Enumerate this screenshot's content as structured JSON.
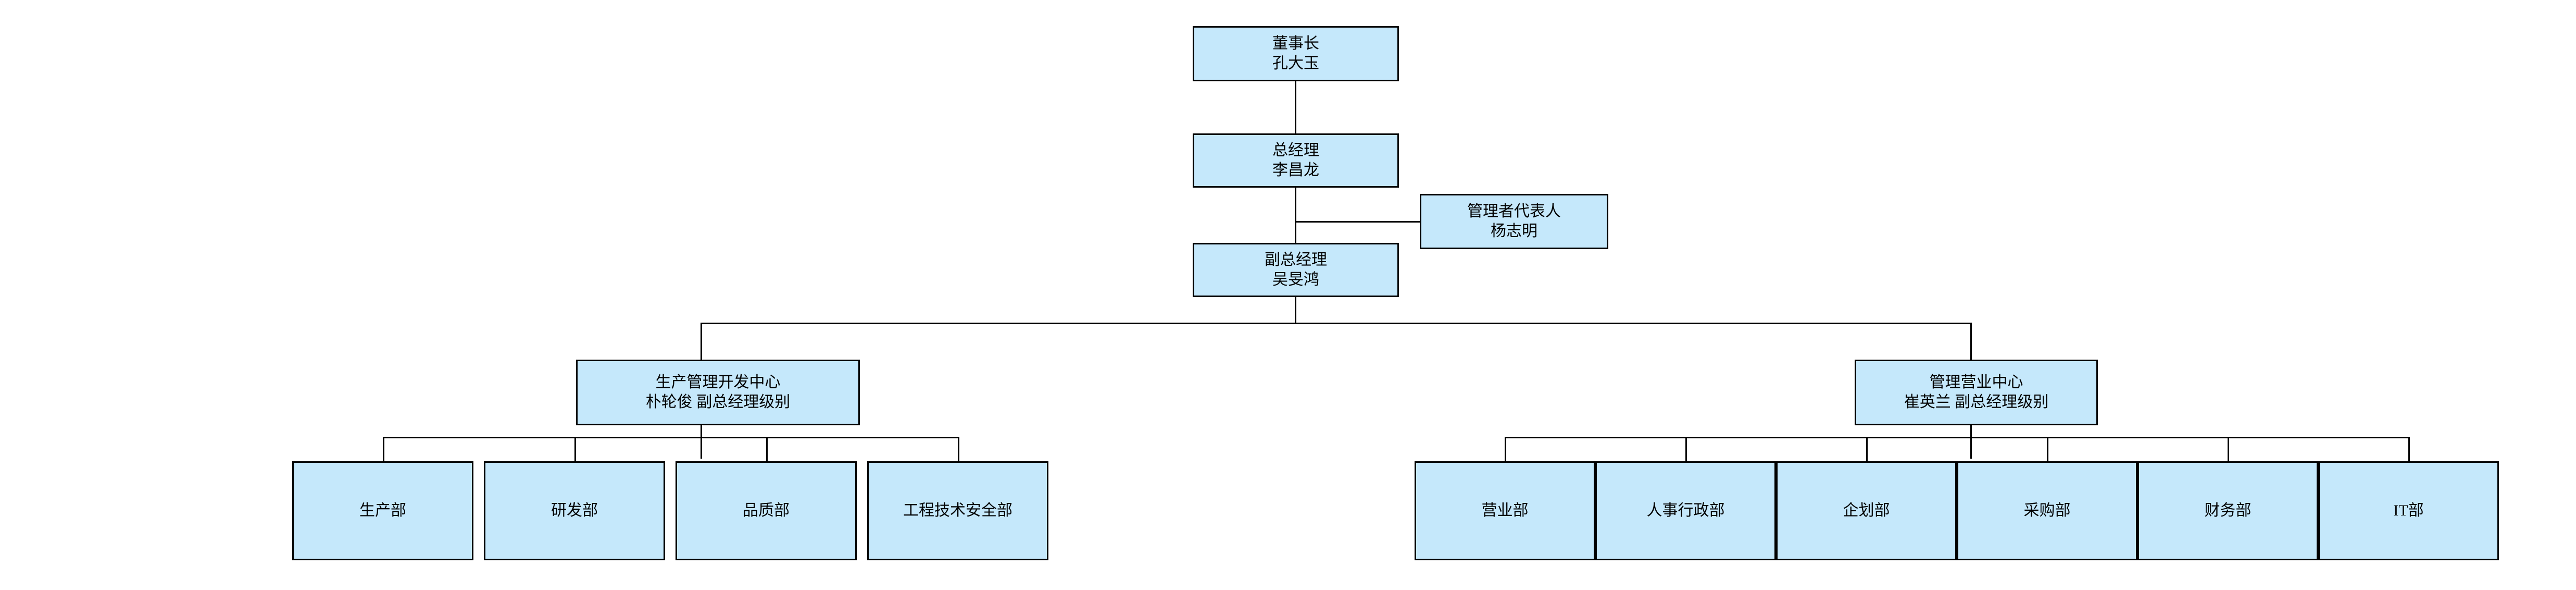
{
  "chart_data": {
    "type": "diagram",
    "title": "",
    "diagram_kind": "organization-chart",
    "orientation": "top-down",
    "node_fill_color": "#c5e8fb",
    "node_border_color": "#000000",
    "connector_color": "#000000",
    "background_color": "#ffffff",
    "levels": 4,
    "node_count": 16,
    "nodes": [
      {
        "id": "chairman",
        "title": "董事长",
        "name": "孔大玉",
        "level": 1,
        "parent": null
      },
      {
        "id": "gm",
        "title": "总经理",
        "name": "李昌龙",
        "level": 2,
        "parent": "chairman"
      },
      {
        "id": "mgmt-rep",
        "title": "管理者代表人",
        "name": "杨志明",
        "level": 2,
        "parent": "gm"
      },
      {
        "id": "deputy-gm",
        "title": "副总经理",
        "name": "吴旻鸿",
        "level": 3,
        "parent": "gm"
      },
      {
        "id": "prod-center",
        "title": "生产管理开发中心",
        "name": "朴轮俊  副总经理级别",
        "level": 4,
        "parent": "deputy-gm"
      },
      {
        "id": "mgmt-center",
        "title": "管理营业中心",
        "name": "崔英兰  副总经理级别",
        "level": 4,
        "parent": "deputy-gm"
      },
      {
        "id": "dept-prod",
        "title": "生产部",
        "name": "",
        "level": 5,
        "parent": "prod-center"
      },
      {
        "id": "dept-rd",
        "title": "研发部",
        "name": "",
        "level": 5,
        "parent": "prod-center"
      },
      {
        "id": "dept-qa",
        "title": "品质部",
        "name": "",
        "level": 5,
        "parent": "prod-center"
      },
      {
        "id": "dept-eng",
        "title": "工程技术安全部",
        "name": "",
        "level": 5,
        "parent": "prod-center"
      },
      {
        "id": "dept-sales",
        "title": "营业部",
        "name": "",
        "level": 5,
        "parent": "mgmt-center"
      },
      {
        "id": "dept-hr",
        "title": "人事行政部",
        "name": "",
        "level": 5,
        "parent": "mgmt-center"
      },
      {
        "id": "dept-plan",
        "title": "企划部",
        "name": "",
        "level": 5,
        "parent": "mgmt-center"
      },
      {
        "id": "dept-purch",
        "title": "采购部",
        "name": "",
        "level": 5,
        "parent": "mgmt-center"
      },
      {
        "id": "dept-fin",
        "title": "财务部",
        "name": "",
        "level": 5,
        "parent": "mgmt-center"
      },
      {
        "id": "dept-it",
        "title": "IT部",
        "name": "",
        "level": 5,
        "parent": "mgmt-center"
      }
    ]
  },
  "org": {
    "chairman": {
      "title": "董事长",
      "name": "孔大玉"
    },
    "gm": {
      "title": "总经理",
      "name": "李昌龙"
    },
    "mgmt_rep": {
      "title": "管理者代表人",
      "name": "杨志明"
    },
    "deputy_gm": {
      "title": "副总经理",
      "name": "吴旻鸿"
    },
    "prod_center": {
      "title": "生产管理开发中心",
      "name": "朴轮俊  副总经理级别"
    },
    "mgmt_center": {
      "title": "管理营业中心",
      "name": "崔英兰  副总经理级别"
    },
    "left_departments": [
      {
        "label": "生产部"
      },
      {
        "label": "研发部"
      },
      {
        "label": "品质部"
      },
      {
        "label": "工程技术安全部"
      }
    ],
    "right_departments": [
      {
        "label": "营业部"
      },
      {
        "label": "人事行政部"
      },
      {
        "label": "企划部"
      },
      {
        "label": "采购部"
      },
      {
        "label": "财务部"
      },
      {
        "label": "IT部"
      }
    ]
  }
}
